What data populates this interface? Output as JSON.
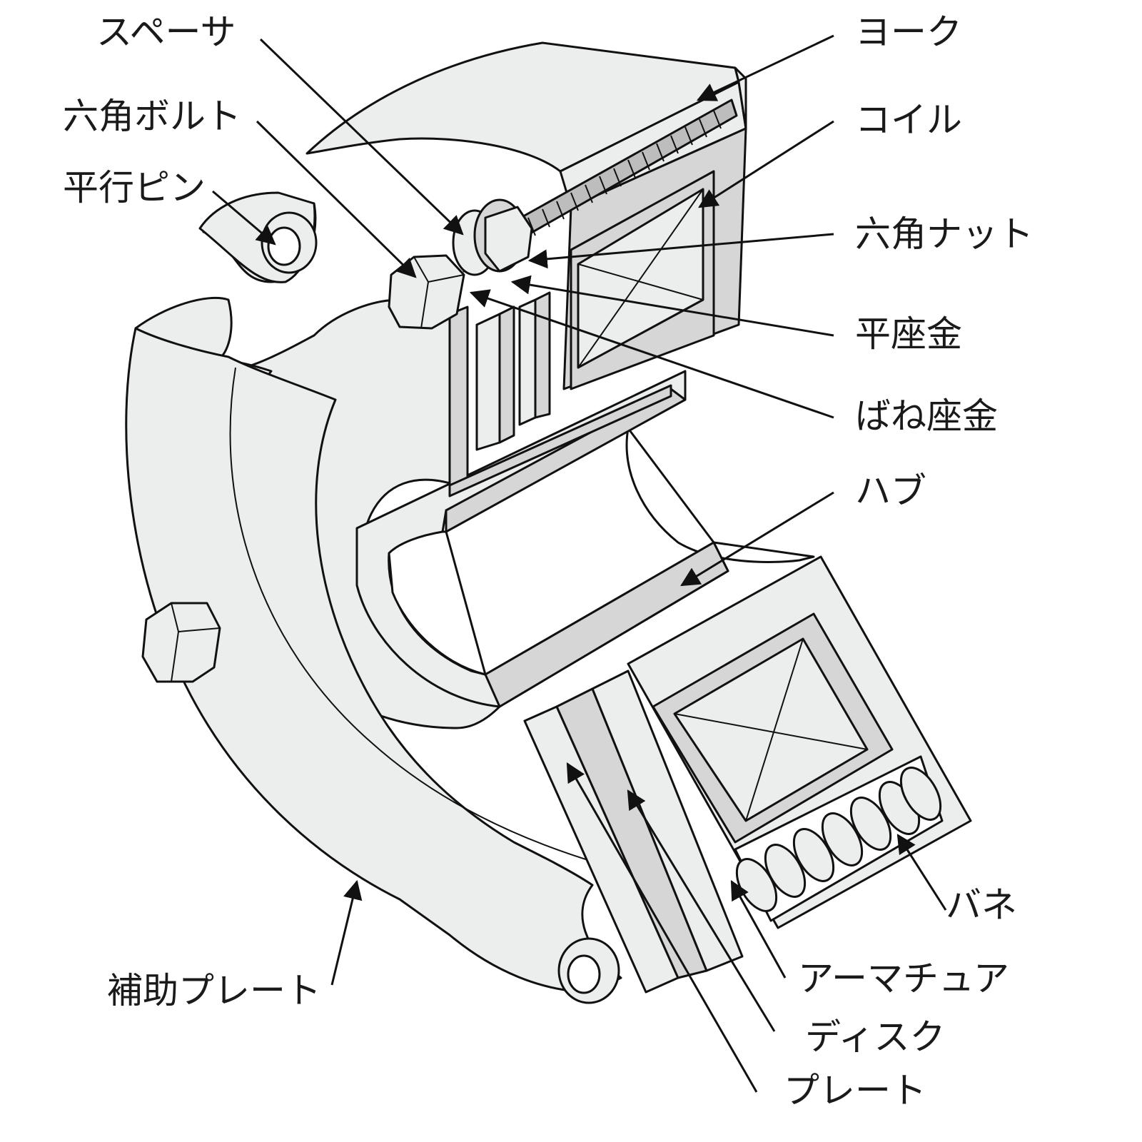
{
  "diagram": {
    "labels": {
      "spacer": "スペーサ",
      "hex_bolt": "六角ボルト",
      "parallel_pin": "平行ピン",
      "yoke": "ヨーク",
      "coil": "コイル",
      "hex_nut": "六角ナット",
      "flat_washer": "平座金",
      "spring_washer": "ばね座金",
      "hub": "ハブ",
      "spring": "バネ",
      "armature": "アーマチュア",
      "disc": "ディスク",
      "plate": "プレート",
      "auxiliary_plate": "補助プレート"
    }
  }
}
